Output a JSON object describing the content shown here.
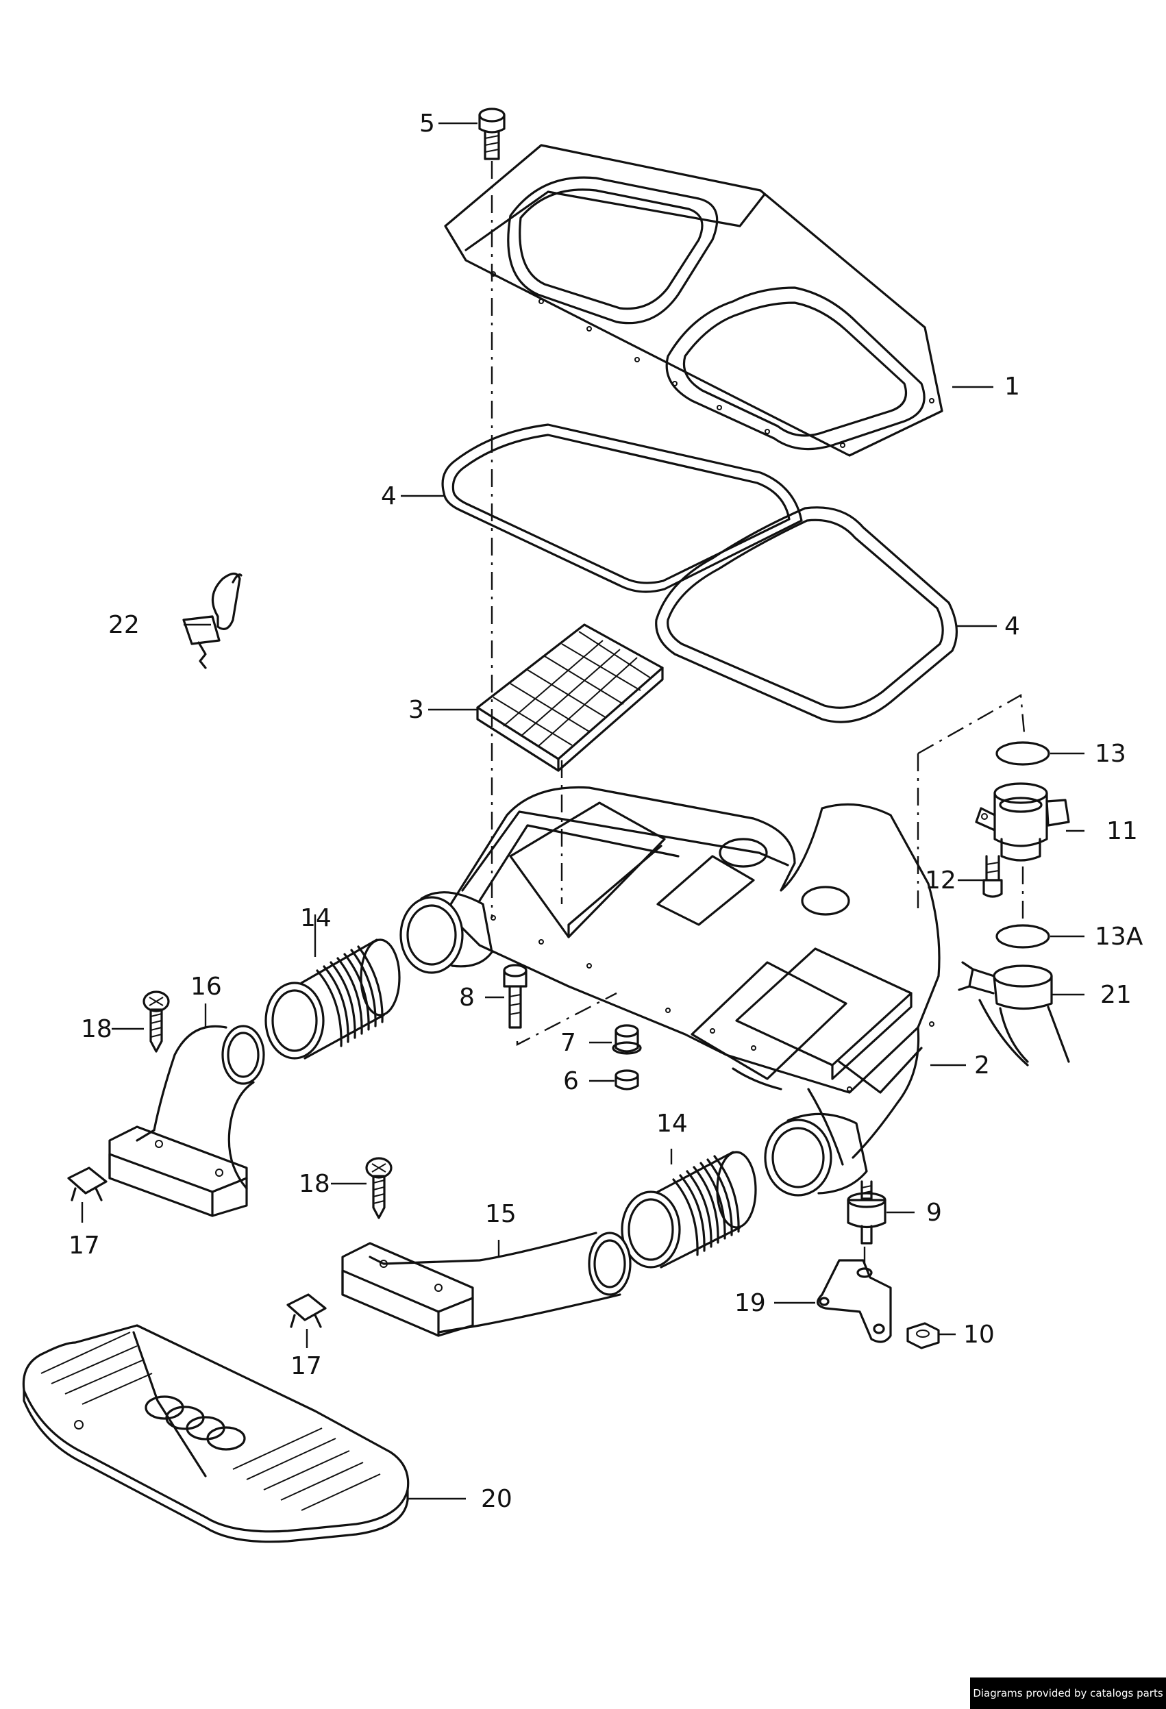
{
  "callouts": {
    "c1": "1",
    "c2": "2",
    "c3": "3",
    "c4a": "4",
    "c4b": "4",
    "c5": "5",
    "c6": "6",
    "c7": "7",
    "c8": "8",
    "c9": "9",
    "c10": "10",
    "c11": "11",
    "c12": "12",
    "c13": "13",
    "c13a": "13A",
    "c14a": "14",
    "c14b": "14",
    "c15": "15",
    "c16": "16",
    "c17a": "17",
    "c17b": "17",
    "c18a": "18",
    "c18b": "18",
    "c19": "19",
    "c20": "20",
    "c21": "21",
    "c22": "22"
  },
  "credit": "Diagrams provided by catalogs parts"
}
